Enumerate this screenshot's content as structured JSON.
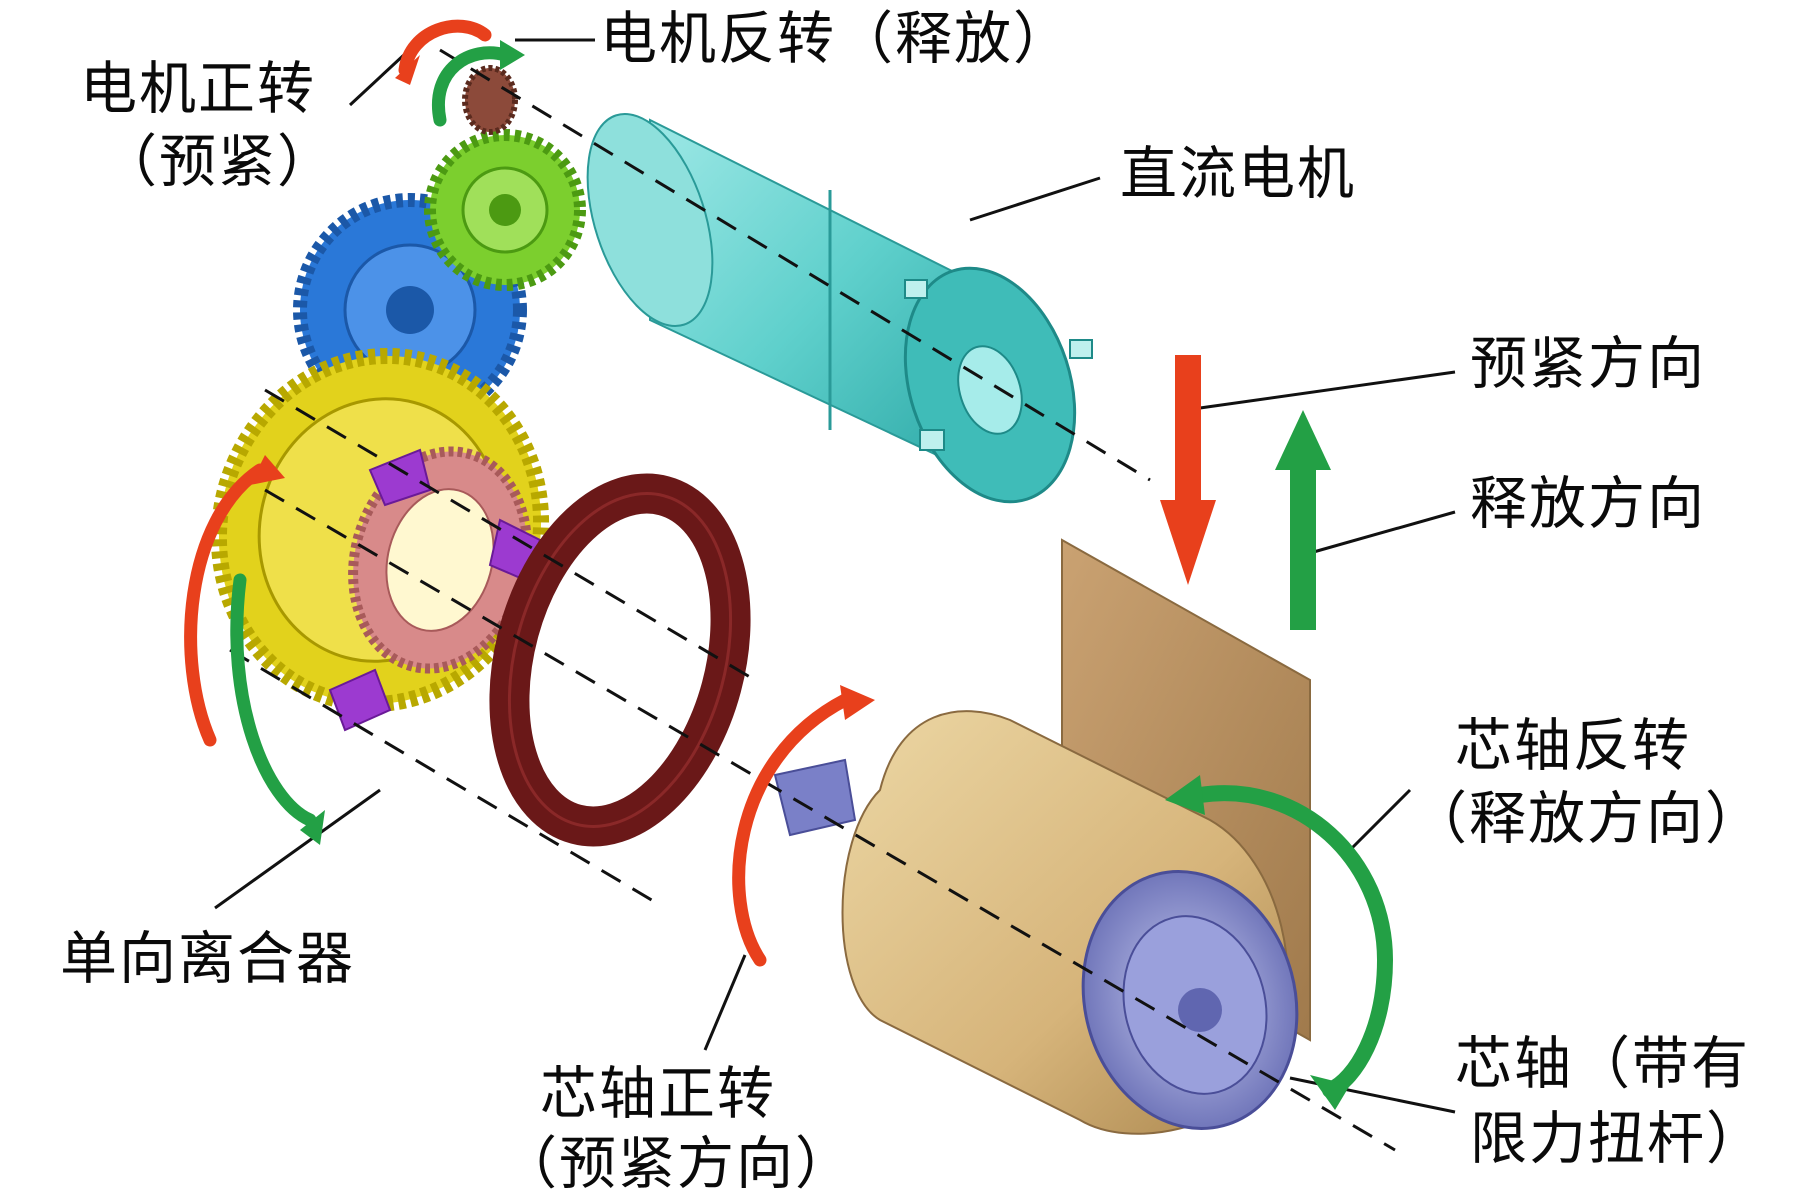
{
  "labels": {
    "motor_forward_l1": "电机正转",
    "motor_forward_l2": "（预紧）",
    "motor_reverse": "电机反转（释放）",
    "dc_motor": "直流电机",
    "pretension_dir": "预紧方向",
    "release_dir": "释放方向",
    "spindle_reverse_l1": "芯轴反转",
    "spindle_reverse_l2": "（释放方向）",
    "one_way_clutch": "单向离合器",
    "spindle_forward_l1": "芯轴正转",
    "spindle_forward_l2": "（预紧方向）",
    "spindle_l1": "芯轴（带有",
    "spindle_l2": "限力扭杆）"
  },
  "colors": {
    "red_arrow": "#e8401c",
    "green_arrow": "#23a045",
    "motor_body": "#5fd0cc",
    "small_gear": "#8c4a3a",
    "green_gear": "#7ccf2e",
    "blue_gear": "#2a78d8",
    "yellow_gear": "#e2d21c",
    "clutch_purple": "#9c3ad0",
    "clutch_pink": "#d88a8a",
    "dark_ring": "#6a1818",
    "spool": "#d6b47a",
    "webbing": "#b89060",
    "spindle_end": "#7a80c8"
  },
  "icons": [
    "red-arrow-down-icon",
    "green-arrow-up-icon",
    "rotation-arrow-icon"
  ]
}
